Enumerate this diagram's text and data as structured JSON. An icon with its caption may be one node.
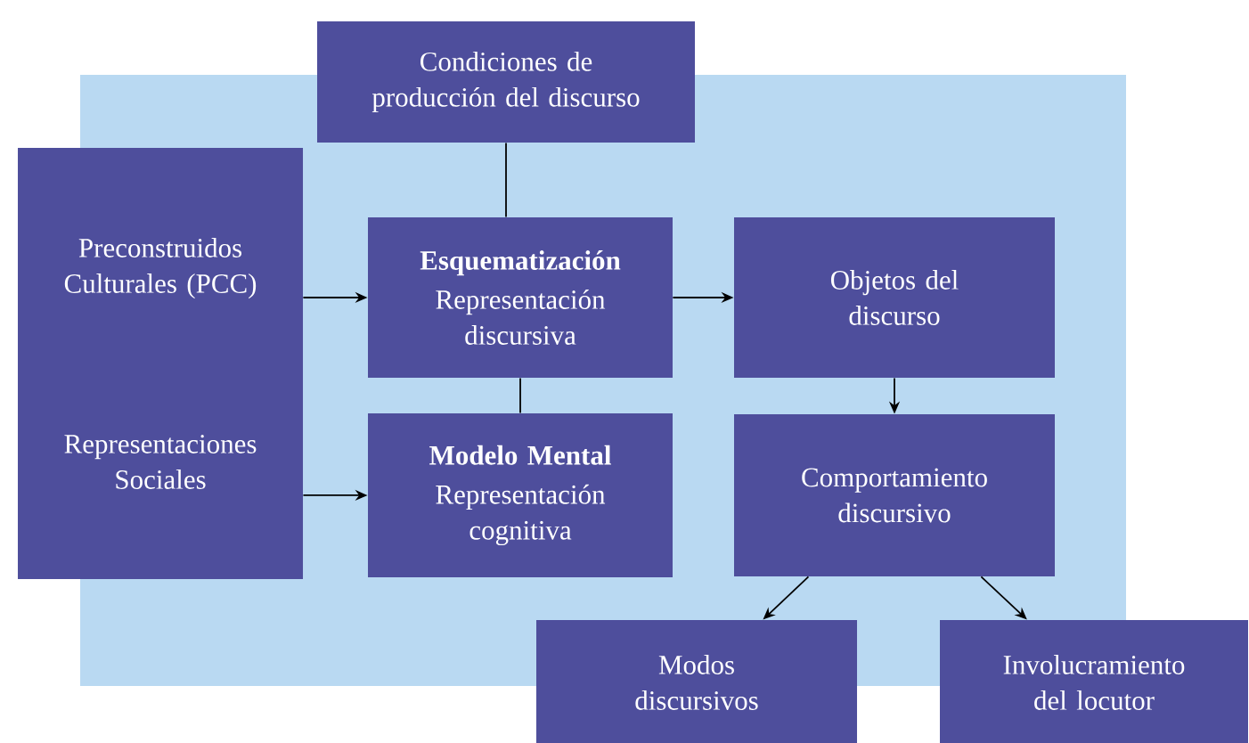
{
  "diagram": {
    "nodes": [
      {
        "text": [
          "Condiciones de producción del discurso"
        ]
      },
      {
        "text": [
          "Preconstruidos Culturales (PCC)",
          "Representaciones Sociales"
        ]
      },
      {
        "text": [
          "Esquematización",
          "Representación discursiva"
        ]
      },
      {
        "text": [
          "Modelo Mental",
          "Representación cognitiva"
        ]
      },
      {
        "text": [
          "Objetos del discurso"
        ]
      },
      {
        "text": [
          "Comportamiento discursivo"
        ]
      },
      {
        "text": [
          "Modos discursivos"
        ]
      },
      {
        "text": [
          "Involucramiento del locutor"
        ]
      }
    ],
    "edges": [
      {
        "from": 0,
        "to": 2,
        "arrow": "none"
      },
      {
        "from": 2,
        "to": 3,
        "arrow": "none"
      },
      {
        "from": 1,
        "to": 2,
        "arrow": "to"
      },
      {
        "from": 1,
        "to": 3,
        "arrow": "to"
      },
      {
        "from": 2,
        "to": 4,
        "arrow": "to"
      },
      {
        "from": 4,
        "to": 5,
        "arrow": "to"
      },
      {
        "from": 5,
        "to": 6,
        "arrow": "to"
      },
      {
        "from": 5,
        "to": 7,
        "arrow": "to"
      }
    ]
  }
}
